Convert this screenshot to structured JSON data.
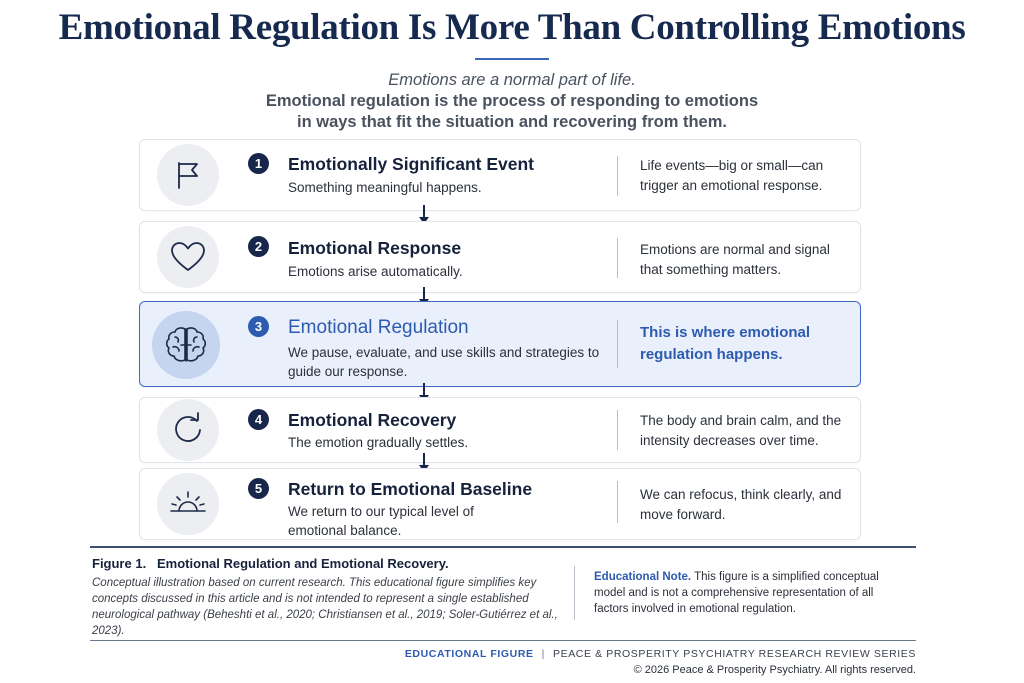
{
  "title": "Emotional Regulation Is More Than Controlling Emotions",
  "intro": {
    "line1": "Emotions are a normal part of life.",
    "line2": "Emotional regulation is the process of responding to emotions",
    "line3": "in ways that fit the situation and recovering from them."
  },
  "steps": [
    {
      "number": "1",
      "icon": "flag-icon",
      "title": "Emotionally Significant Event",
      "desc": "Something meaningful happens.",
      "note": "Life events—big or small—can trigger an emotional response."
    },
    {
      "number": "2",
      "icon": "heart-icon",
      "title": "Emotional Response",
      "desc": "Emotions arise automatically.",
      "note": "Emotions are normal and signal that something matters."
    },
    {
      "number": "3",
      "icon": "brain-icon",
      "title": "Emotional Regulation",
      "desc": "We pause, evaluate, and use skills and strategies to guide our response.",
      "note": "This is where emotional regulation happens."
    },
    {
      "number": "4",
      "icon": "refresh-icon",
      "title": "Emotional Recovery",
      "desc": "The emotion gradually settles.",
      "note": "The body and brain calm, and the intensity decreases over time."
    },
    {
      "number": "5",
      "icon": "sunrise-icon",
      "title": "Return to Emotional Baseline",
      "desc": "We return to our typical level of emotional balance.",
      "note": "We can refocus, think clearly, and move forward."
    }
  ],
  "figure": {
    "title": "Figure 1.   Emotional Regulation and Emotional Recovery.",
    "body": "Conceptual illustration based on current research. This educational figure simplifies key concepts discussed in this article and is not intended to represent a single established neurological pathway (Beheshti et al., 2020; Christiansen et al., 2019; Soler-Gutiérrez et al., 2023)."
  },
  "educational_note": {
    "label": "Educational Note.",
    "text": " This figure is a simplified conceptual model and is not a comprehensive representation of all factors involved in emotional regulation."
  },
  "footer": {
    "tag": "EDUCATIONAL FIGURE",
    "separator": "|",
    "series": "PEACE & PROSPERITY PSYCHIATRY RESEARCH REVIEW SERIES",
    "copyright": "© 2026 Peace & Prosperity Psychiatry. All rights reserved."
  },
  "colors": {
    "navy": "#16294f",
    "accent_blue": "#2d5bb0",
    "highlight_bg": "#e9f0fb",
    "icon_circle": "#eceef2"
  }
}
